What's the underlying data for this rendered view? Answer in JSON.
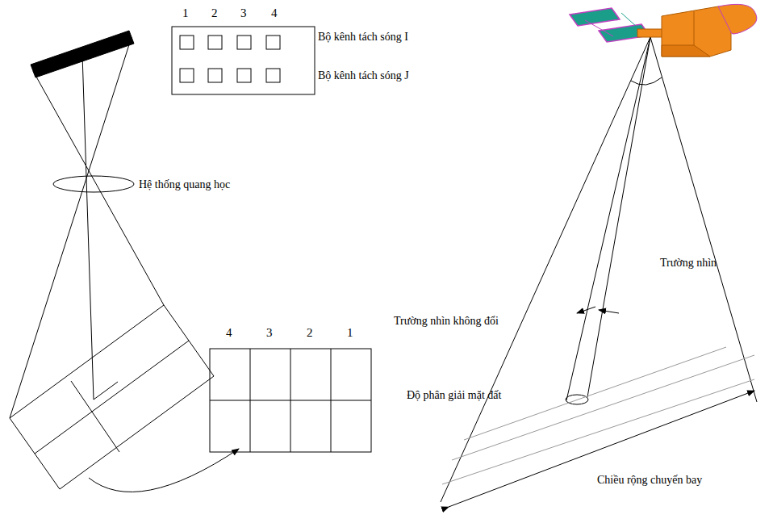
{
  "diagram": {
    "labels": [
      "1",
      "2",
      "3",
      "4",
      "Bộ kênh tách sóng I",
      "Bộ kênh tách sóng J",
      "Hệ thống quang học",
      "4",
      "3",
      "2",
      "1",
      "Trường nhìn",
      "Trường nhìn không đổi",
      "Độ phân giải mặt đất",
      "Chiều rộng chuyến bay"
    ]
  }
}
